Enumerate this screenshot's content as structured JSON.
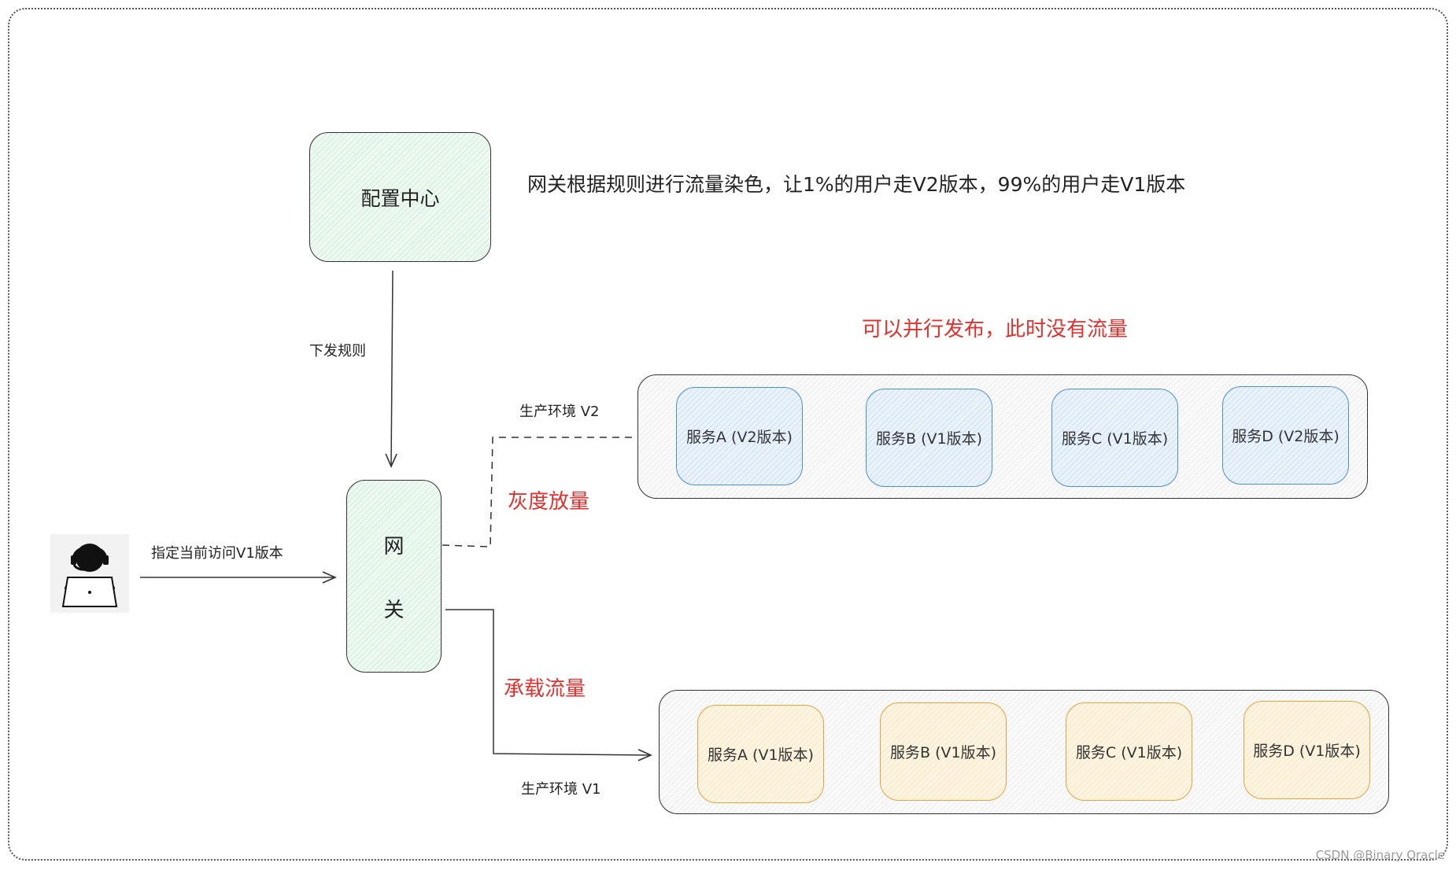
{
  "config_center": {
    "label": "配置中心"
  },
  "description": "网关根据规则进行流量染色，让1%的用户走V2版本，99%的用户走V1版本",
  "parallel_note": "可以并行发布，此时没有流量",
  "dispatch_rule_label": "下发规则",
  "gateway": {
    "char1": "网",
    "char2": "关"
  },
  "user_request_label": "指定当前访问V1版本",
  "env_v2_label": "生产环境 V2",
  "env_v1_label": "生产环境 V1",
  "gray_release_label": "灰度放量",
  "carry_traffic_label": "承载流量",
  "v2_services": [
    "服务A (V2版本)",
    "服务B (V1版本)",
    "服务C (V1版本)",
    "服务D (V2版本)"
  ],
  "v1_services": [
    "服务A (V1版本)",
    "服务B (V1版本)",
    "服务C (V1版本)",
    "服务D (V1版本)"
  ],
  "watermark": "CSDN @Binary Oracle",
  "icons": {
    "user": "user-headset-laptop-icon"
  },
  "colors": {
    "green_fill": "#eefaf1",
    "blue_border": "#4d8fd6",
    "orange_border": "#e8a33b",
    "red_text": "#e0312e"
  }
}
